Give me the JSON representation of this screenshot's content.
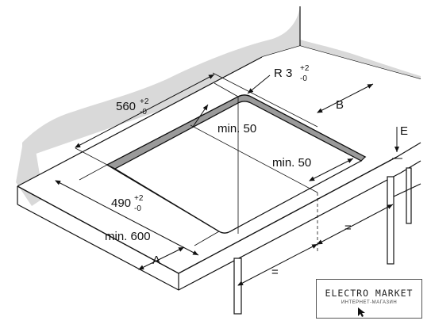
{
  "diagram": {
    "labels": {
      "radius_main": "R 3",
      "radius_sup": "+2",
      "radius_sub": "-0",
      "width_main": "560",
      "width_sup": "+2",
      "width_sub": "-0",
      "depth_main": "490",
      "depth_sup": "+2",
      "depth_sub": "-0",
      "min_50_back": "min. 50",
      "min_50_side": "min. 50",
      "min_600": "min. 600",
      "dim_a": "A",
      "dim_b": "B",
      "dim_e": "E",
      "equal_left": "=",
      "equal_right": "="
    }
  },
  "watermark": {
    "title": "ELECTRO MARKET",
    "subtitle": "ИНТЕРНЕТ-МАГАЗИН"
  }
}
